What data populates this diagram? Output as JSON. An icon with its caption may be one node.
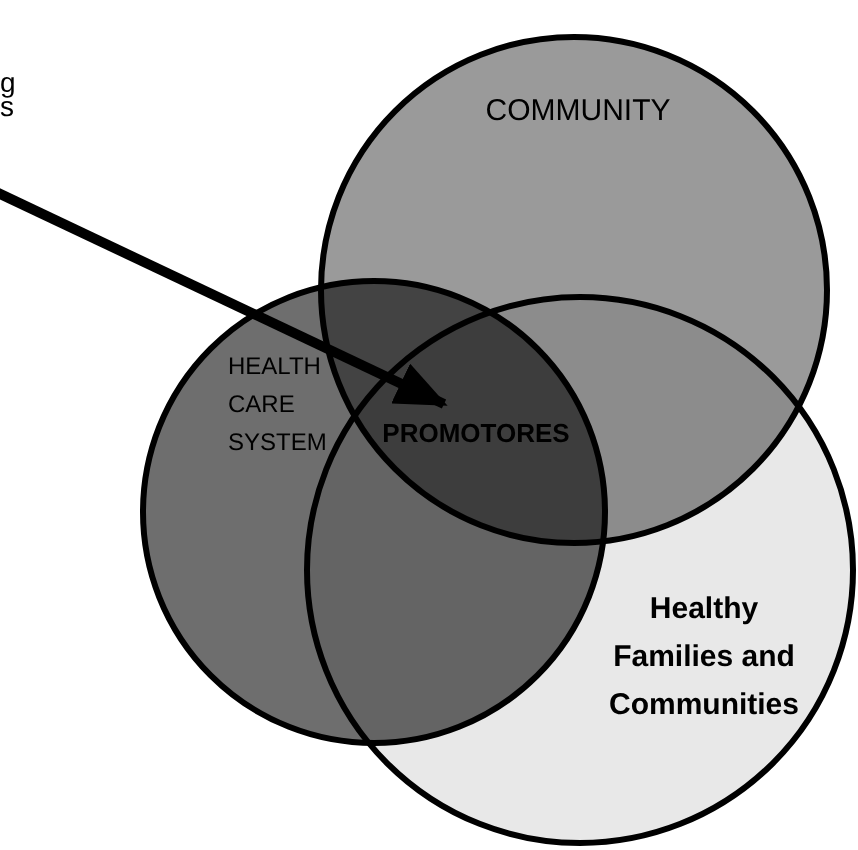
{
  "diagram": {
    "nodes": [
      {
        "text": [
          "COMMUNITY"
        ]
      },
      {
        "text": [
          "HEALTH CARE SYSTEM"
        ]
      },
      {
        "text": [
          "Healthy Families and Communities"
        ]
      },
      {
        "text": [
          "PROMOTORES"
        ]
      }
    ],
    "edges": [
      {
        "from": null,
        "to": 3,
        "arrow": "to"
      }
    ],
    "labels": [
      "g",
      "s"
    ]
  }
}
